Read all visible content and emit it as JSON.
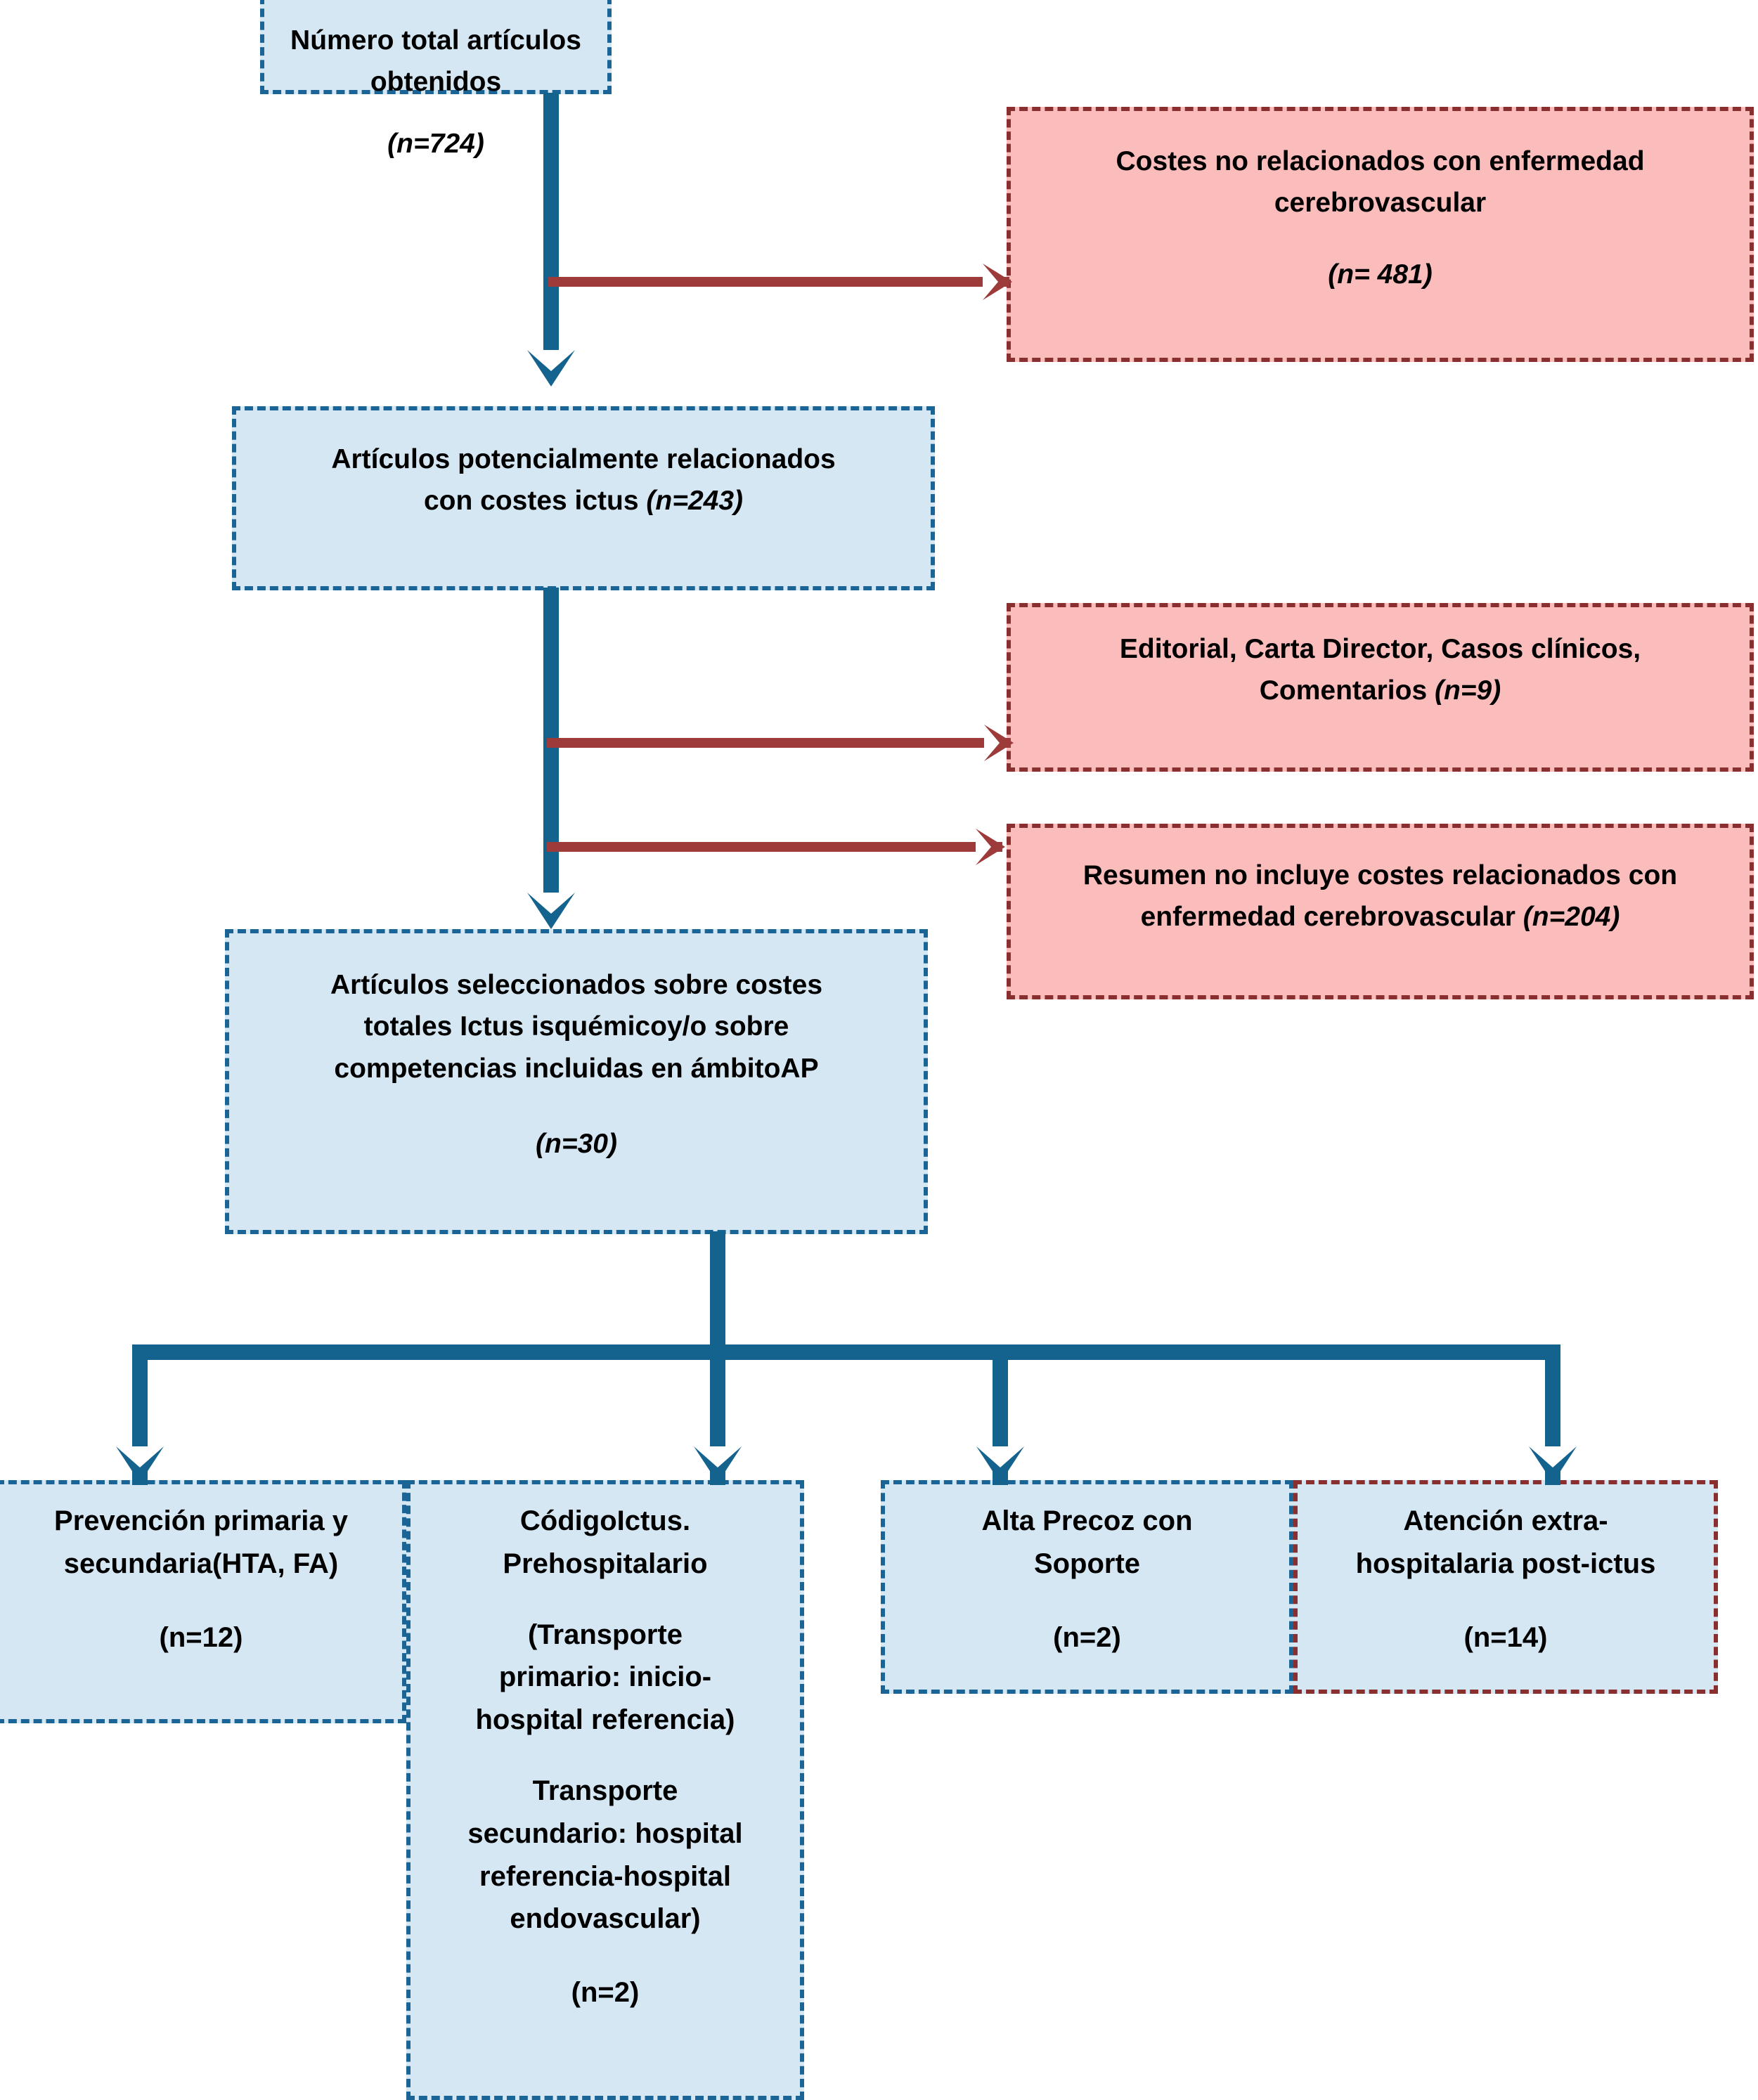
{
  "diagram": {
    "title": "Diagrama de flujo de seleccion de articulos sobre costes de ictus",
    "colors": {
      "box_blue_fill": "#d6e7f4",
      "box_blue_border": "#1a6496",
      "box_pink_fill": "#fbbcbc",
      "box_pink_border": "#8a2f2f",
      "arrow_blue": "#14638f",
      "arrow_red": "#9d3a3a",
      "text": "#000000"
    }
  },
  "nodes": {
    "total_articles": {
      "line1": "Número total artículos obtenidos",
      "line2": "(n=724)"
    },
    "excluded_not_cerebrovascular": {
      "line1": "Costes no relacionados con enfermedad",
      "line2": "cerebrovascular",
      "line3": "(n= 481)"
    },
    "potentially_related": {
      "line1": "Artículos potencialmente relacionados",
      "line2": "con costes ictus ",
      "line2_italic": "(n=243)"
    },
    "excluded_editorial": {
      "line1": "Editorial, Carta Director, Casos clínicos,",
      "line2": "Comentarios ",
      "line2_italic": "(n=9)"
    },
    "excluded_abstract": {
      "line1": "Resumen no incluye costes relacionados con",
      "line2": "enfermedad cerebrovascular ",
      "line2_italic": "(n=204)"
    },
    "selected_articles": {
      "line1": "Artículos seleccionados sobre costes",
      "line2": "totales Ictus isquémicoy/o sobre",
      "line3": "competencias incluidas en ámbitoAP",
      "line4": "(n=30)"
    },
    "prevention": {
      "line1": "Prevención primaria y",
      "line2": "secundaria(HTA, FA)",
      "line3": "(n=12)"
    },
    "code_stroke": {
      "line1": "CódigoIctus.",
      "line2": "Prehospitalario",
      "line3": "(Transporte",
      "line4": "primario: inicio-",
      "line5": "hospital referencia)",
      "line6": "Transporte",
      "line7": "secundario: hospital",
      "line8": "referencia-hospital",
      "line9": "endovascular)",
      "line10": "(n=2)"
    },
    "early_discharge": {
      "line1": "Alta Precoz con",
      "line2": "Soporte",
      "line3": "(n=2)"
    },
    "extrahospital_care": {
      "line1": "Atención extra-",
      "line2": "hospitalaria post-ictus",
      "line3": "(n=14)"
    }
  },
  "connectors": {
    "c1": "arrow-total-to-potential",
    "c2": "arrow-exclude-not-cerebrovascular",
    "c3": "arrow-potential-to-selected",
    "c4": "arrow-exclude-editorial",
    "c5": "arrow-exclude-abstract",
    "c6": "arrow-selected-to-prevention",
    "c7": "arrow-selected-to-code-stroke",
    "c8": "arrow-selected-to-early-discharge",
    "c9": "arrow-selected-to-extrahospital"
  }
}
